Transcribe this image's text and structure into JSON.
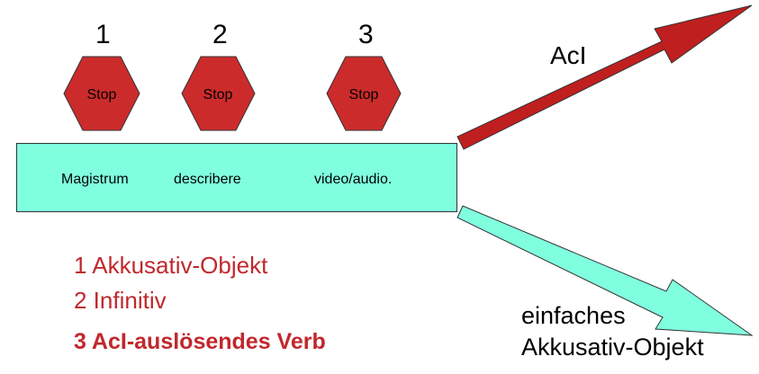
{
  "positions": [
    "1",
    "2",
    "3"
  ],
  "stop_sign": {
    "label": "Stop",
    "fill": "#cc2b2b"
  },
  "sentence_box": {
    "words": [
      "Magistrum",
      "describere",
      "video/audio."
    ],
    "fill": "#80ffdf"
  },
  "arrows": {
    "upper": {
      "label": "AcI",
      "color": "#c01f1f"
    },
    "lower": {
      "label_line1": "einfaches",
      "label_line2": "Akkusativ-Objekt",
      "color": "#80ffdf"
    }
  },
  "legend": {
    "items": [
      "1 Akkusativ-Objekt",
      "2 Infinitiv",
      "3 AcI-auslösendes Verb"
    ],
    "color": "#c0282d"
  }
}
